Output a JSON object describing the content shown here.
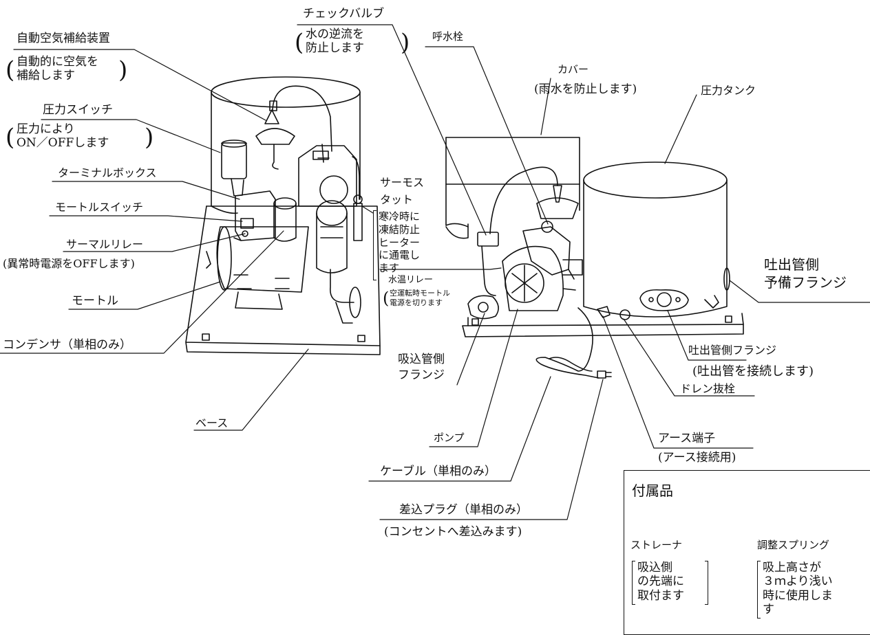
{
  "labels": {
    "auto_air": "自動空気補給装置",
    "auto_air_desc_1": "自動的に空気を",
    "auto_air_desc_2": "補給します",
    "pressure_switch": "圧力スイッチ",
    "pressure_switch_desc_1": "圧力により",
    "pressure_switch_desc_2": "ON／OFFします",
    "terminal_box": "ターミナルボックス",
    "motor_switch": "モートルスイッチ",
    "thermal_relay": "サーマルリレー",
    "thermal_relay_desc": "(異常時電源をOFFします)",
    "motor": "モートル",
    "condenser": "コンデンサ（単相のみ）",
    "base": "ベース",
    "check_valve": "チェックバルブ",
    "check_valve_desc_1": "水の逆流を",
    "check_valve_desc_2": "防止します",
    "priming_plug": "呼水栓",
    "cover": "カバー",
    "cover_desc": "(雨水を防止します)",
    "pressure_tank": "圧力タンク",
    "thermostat_1": "サーモス",
    "thermostat_2": "タット",
    "thermostat_desc_1": "寒冷時に",
    "thermostat_desc_2": "凍結防止",
    "thermostat_desc_3": "ヒーター",
    "thermostat_desc_4": "に通電し",
    "thermostat_desc_5": "ます",
    "water_temp_relay": "水温リレー",
    "water_temp_relay_desc_1": "空運転時モートル",
    "water_temp_relay_desc_2": "電源を切ります",
    "discharge_spare_1": "吐出管側",
    "discharge_spare_2": "予備フランジ",
    "suction_flange_1": "吸込管側",
    "suction_flange_2": "フランジ",
    "discharge_flange": "吐出管側フランジ",
    "discharge_flange_desc": "(吐出管を接続します)",
    "drain_plug": "ドレン抜栓",
    "pump": "ポンプ",
    "earth_terminal": "アース端子",
    "earth_terminal_desc": "(アース接続用)",
    "cable": "ケーブル（単相のみ）",
    "plug": "差込プラグ（単相のみ）",
    "plug_desc": "(コンセントへ差込みます)"
  },
  "accessories": {
    "title": "付属品",
    "strainer": "ストレーナ",
    "strainer_desc_1": "吸込側",
    "strainer_desc_2": "の先端に",
    "strainer_desc_3": "取付ます",
    "spring": "調整スプリング",
    "spring_desc_1": "吸上高さが",
    "spring_desc_2": "３ｍより浅い",
    "spring_desc_3": "時に使用しま",
    "spring_desc_4": "す"
  }
}
